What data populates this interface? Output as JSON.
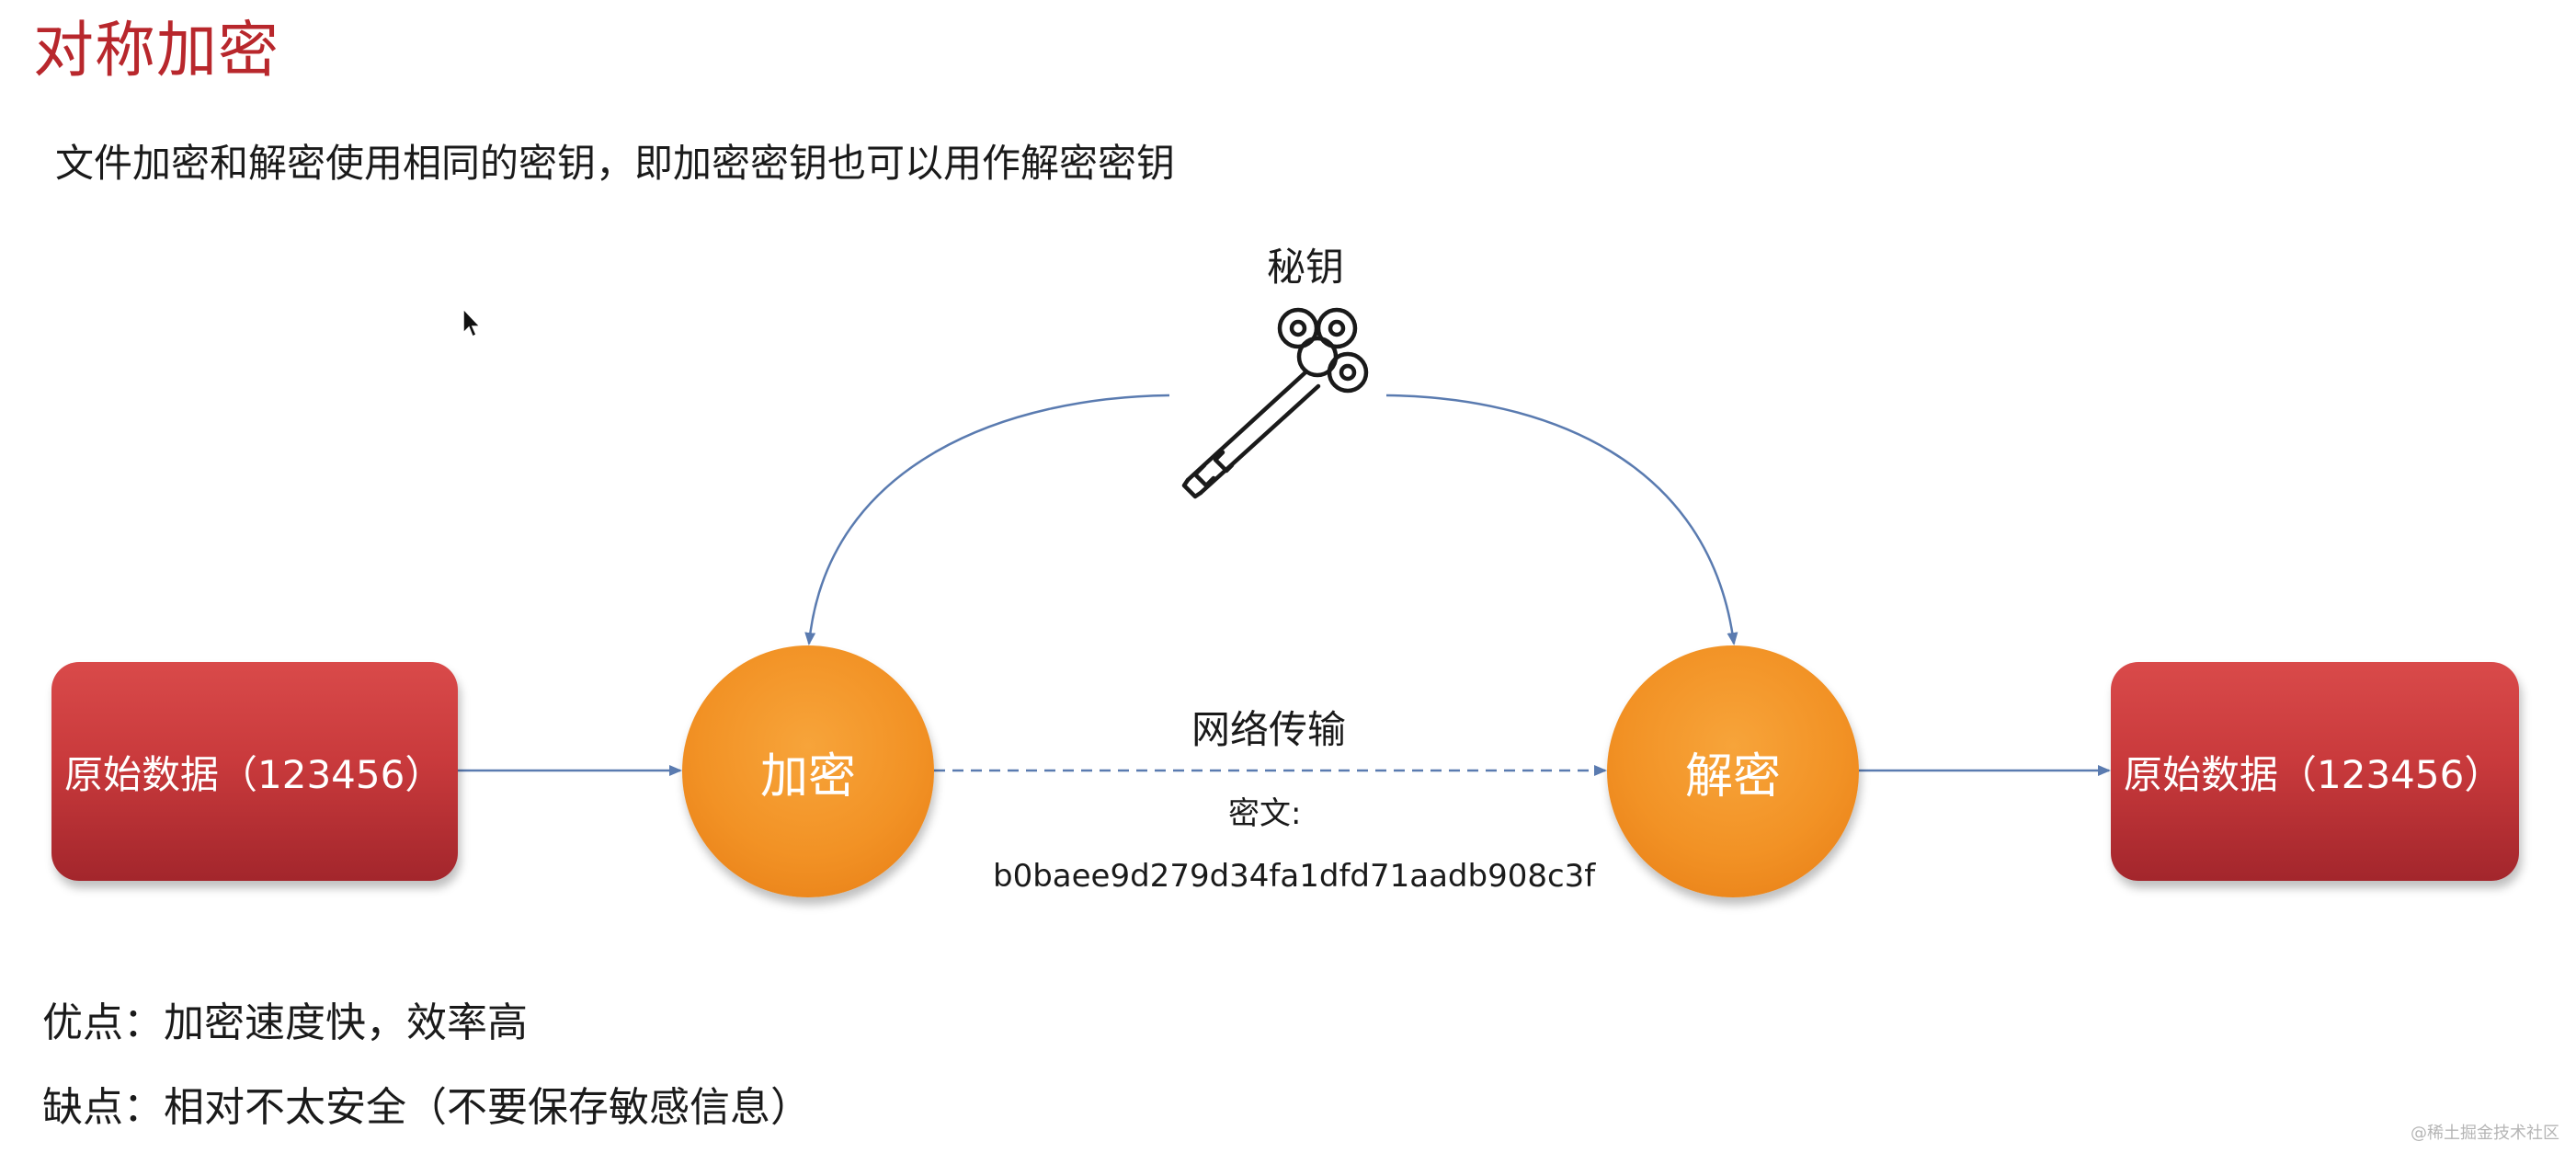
{
  "title": "对称加密",
  "subtitle": "文件加密和解密使用相同的密钥，即加密密钥也可以用作解密密钥",
  "diagram": {
    "key_label": "秘钥",
    "source_box": "原始数据（123456）",
    "encrypt_node": "加密",
    "network_label": "网络传输",
    "ciphertext_label": "密文:",
    "ciphertext_value": "b0baee9d279d34fa1dfd71aadb908c3f",
    "decrypt_node": "解密",
    "target_box": "原始数据（123456）"
  },
  "pros": "优点：加密速度快，效率高",
  "cons": "缺点：相对不太安全（不要保存敏感信息）",
  "watermark": "@稀土掘金技术社区",
  "colors": {
    "title": "#b8272c",
    "data_box": "#c93a3c",
    "process_circle": "#f29225",
    "arrow": "#5a7bb0"
  },
  "icons": [
    "key-icon",
    "cursor-icon"
  ]
}
